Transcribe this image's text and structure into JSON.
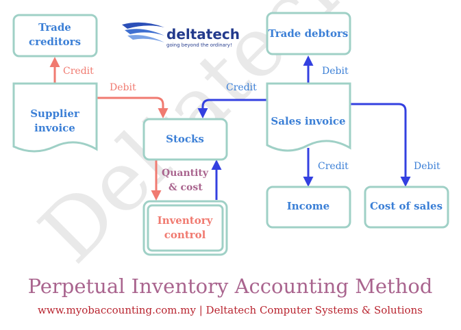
{
  "watermark": "Deltatech",
  "logo": {
    "wordmark": "deltatech",
    "tagline": "going beyond the ordinary!"
  },
  "nodes": {
    "trade_creditors": [
      "Trade",
      "creditors"
    ],
    "supplier_invoice": [
      "Supplier",
      "invoice"
    ],
    "stocks": "Stocks",
    "inventory_control": [
      "Inventory",
      "control"
    ],
    "trade_debtors": "Trade debtors",
    "sales_invoice": "Sales invoice",
    "income": "Income",
    "cost_of_sales": "Cost of sales"
  },
  "edges": {
    "supplier_to_creditors": "Credit",
    "supplier_to_stocks": "Debit",
    "sales_to_stocks": "Credit",
    "sales_to_debtors": "Debit",
    "sales_to_income": "Credit",
    "sales_to_cost": "Debit",
    "stocks_inventory": [
      "Quantity",
      "& cost"
    ]
  },
  "title": "Perpetual Inventory Accounting Method",
  "subtitle": "www.myobaccounting.com.my | Deltatech Computer Systems & Solutions",
  "colors": {
    "node_border": "#9fd0c6",
    "red": "#f07a70",
    "blue": "#3340e0",
    "purple": "#a9648e"
  }
}
